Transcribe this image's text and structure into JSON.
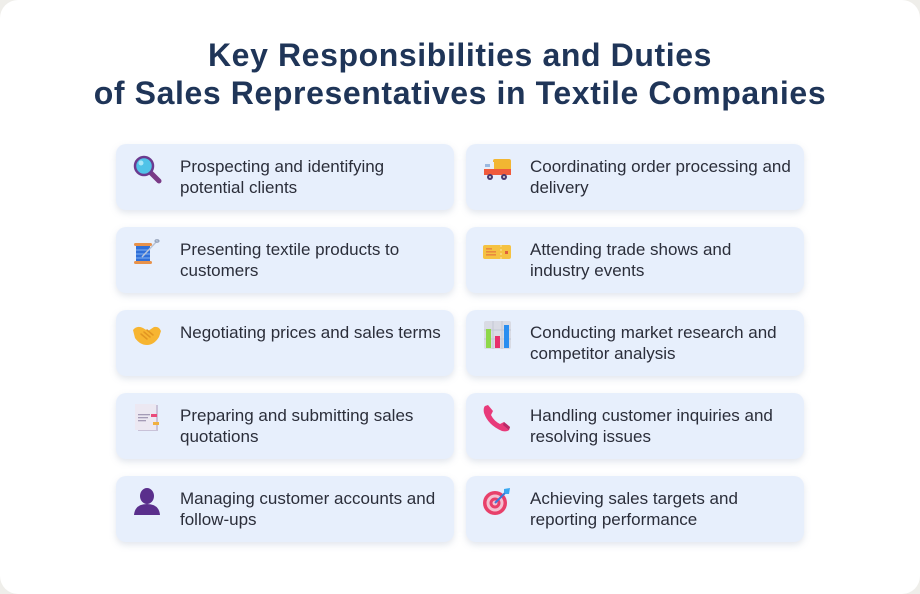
{
  "title_line1": "Key Responsibilities and Duties",
  "title_line2": "of Sales Representatives in Textile Companies",
  "colors": {
    "title": "#1f3558",
    "card_bg": "#e7effc",
    "text": "#2b2e3a",
    "panel": "#ffffff"
  },
  "items": [
    {
      "icon": "magnifying-glass-icon",
      "label": "Prospecting and identifying potential clients"
    },
    {
      "icon": "delivery-truck-icon",
      "label": "Coordinating order processing and delivery"
    },
    {
      "icon": "thread-spool-icon",
      "label": "Presenting textile products to customers"
    },
    {
      "icon": "ticket-icon",
      "label": "Attending trade shows and industry events"
    },
    {
      "icon": "handshake-icon",
      "label": "Negotiating prices and sales terms"
    },
    {
      "icon": "bar-chart-icon",
      "label": "Conducting market research and competitor analysis"
    },
    {
      "icon": "document-icon",
      "label": "Preparing and submitting sales quotations"
    },
    {
      "icon": "telephone-icon",
      "label": "Handling customer inquiries and resolving issues"
    },
    {
      "icon": "person-silhouette-icon",
      "label": "Managing customer accounts and follow-ups"
    },
    {
      "icon": "target-dart-icon",
      "label": "Achieving sales targets and reporting performance"
    }
  ]
}
